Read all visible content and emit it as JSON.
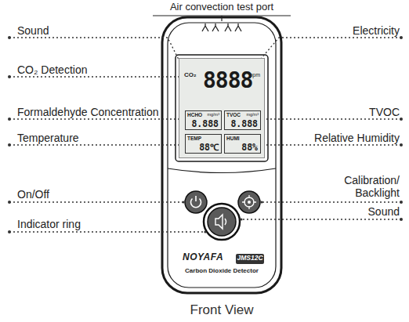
{
  "diagram": {
    "caption": "Front View",
    "nodes": [
      {
        "text": [
          "CO₂",
          "ppm",
          "8888"
        ]
      },
      {
        "text": [
          "HCHO",
          "mg/m³",
          "8.888"
        ],
        "in": 0
      },
      {
        "text": [
          "TVOC",
          "mg/m³",
          "8.888"
        ],
        "in": 0
      },
      {
        "text": [
          "TEMP",
          "88℃"
        ],
        "in": 0
      },
      {
        "text": [
          "HUMI",
          "88%"
        ],
        "in": 0
      }
    ],
    "labels": [
      "Air convection test port",
      "Sound",
      "Electricity",
      "CO₂ Detection",
      "Formaldehyde Concentration",
      "TVOC",
      "Temperature",
      "Relative Humidity",
      "On/Off",
      "Calibration/ Backlight",
      "Indicator ring",
      "Sound",
      "NOYAFA",
      "JMS12C",
      "Carbon Dioxide Detector"
    ]
  }
}
